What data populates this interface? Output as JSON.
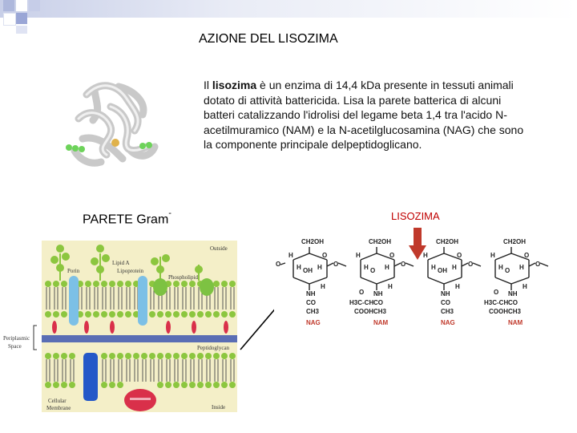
{
  "slide": {
    "title": "AZIONE DEL LISOZIMA",
    "description": {
      "pre": "Il ",
      "bold": "lisozima",
      "post": " è un enzima di 14,4 kDa presente in tessuti animali dotato di attività battericida. Lisa la parete batterica di alcuni batteri catalizzando l'idrolisi del legame beta 1,4 tra l'acido N-acetilmuramico (NAM) e la N-acetilglucosamina (NAG) che sono la componente principale delpeptidoglicano."
    },
    "wall_label": "PARETE Gram",
    "wall_label_sup": "-",
    "enzyme_label": "LISOZIMA",
    "colors": {
      "enzyme_label": "#c00000",
      "arrow": "#c0392b",
      "membrane_bg": "#f4efc8",
      "peptidoglycan": "#5a6eb4",
      "lipid_head": "#8cc63f",
      "porin": "#7cc0e6"
    }
  },
  "membrane": {
    "labels": {
      "outside": "Outside",
      "lipid_a": "Lipid A",
      "lipoprotein": "Lipoprotein",
      "phospholipid": "Phospholipid",
      "porin": "Porin",
      "periplasmic": "Periplasmic",
      "space": "Space",
      "peptidoglycan": "Peptidoglycan",
      "cellular": "Cellular",
      "membrane": "Membrane",
      "inside": "Inside"
    }
  },
  "peptidoglycan_chain": {
    "units": [
      {
        "top": "CH2OH",
        "name": "NAG",
        "sub": [
          "NH",
          "CO",
          "CH3"
        ]
      },
      {
        "top": "CH2OH",
        "name": "NAM",
        "sub": [
          "NH",
          "CO",
          "CH3"
        ],
        "side": [
          "H3C-CH",
          "COOH"
        ]
      },
      {
        "top": "CH2OH",
        "name": "NAG",
        "sub": [
          "NH",
          "CO",
          "CH3"
        ]
      },
      {
        "top": "CH2OH",
        "name": "NAM",
        "sub": [
          "NH",
          "CO",
          "CH3"
        ],
        "side": [
          "H3C-CH",
          "COOH"
        ]
      }
    ],
    "atoms": {
      "h": "H",
      "oh": "OH",
      "o": "O"
    }
  }
}
